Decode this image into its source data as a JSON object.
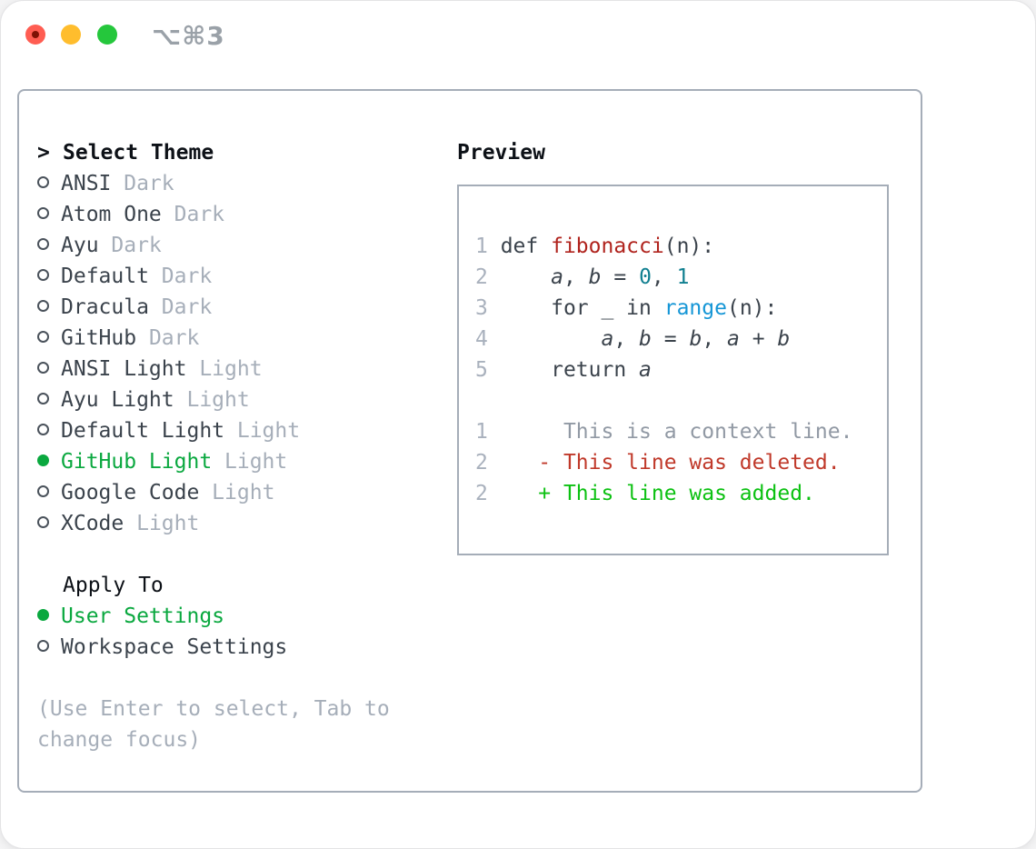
{
  "window": {
    "shortcut": "⌥⌘3",
    "traffic_lights": [
      "close",
      "minimize",
      "zoom"
    ]
  },
  "colors": {
    "tl_red": "#ff5d52",
    "tl_red_dot": "#7e1205",
    "tl_yellow": "#ffbd2d",
    "tl_green": "#25c73c",
    "shortcut": "#9aa1a8",
    "border": "#a5adb8",
    "title": "#0d1117",
    "text": "#3b434c",
    "muted": "#a6aeb9",
    "lineno": "#a9b1bd",
    "context": "#9199a4",
    "accent_green": "#0aa83f",
    "add_green": "#0cc112",
    "del_red": "#c0392a",
    "func_red": "#b0231d",
    "blue": "#1596d6",
    "teal": "#107f90"
  },
  "theme_picker": {
    "title_prefix": ">",
    "title": "Select Theme",
    "items": [
      {
        "name": "ANSI",
        "variant": "Dark",
        "selected": false
      },
      {
        "name": "Atom One",
        "variant": "Dark",
        "selected": false
      },
      {
        "name": "Ayu",
        "variant": "Dark",
        "selected": false
      },
      {
        "name": "Default",
        "variant": "Dark",
        "selected": false
      },
      {
        "name": "Dracula",
        "variant": "Dark",
        "selected": false
      },
      {
        "name": "GitHub",
        "variant": "Dark",
        "selected": false
      },
      {
        "name": "ANSI Light",
        "variant": "Light",
        "selected": false
      },
      {
        "name": "Ayu Light",
        "variant": "Light",
        "selected": false
      },
      {
        "name": "Default Light",
        "variant": "Light",
        "selected": false
      },
      {
        "name": "GitHub Light",
        "variant": "Light",
        "selected": true
      },
      {
        "name": "Google Code",
        "variant": "Light",
        "selected": false
      },
      {
        "name": "XCode",
        "variant": "Light",
        "selected": false
      }
    ]
  },
  "apply_to": {
    "title": "Apply To",
    "options": [
      {
        "label": "User Settings",
        "selected": true
      },
      {
        "label": "Workspace Settings",
        "selected": false
      }
    ]
  },
  "hint_lines": [
    "(Use Enter to select, Tab to",
    "change focus)"
  ],
  "preview": {
    "title": "Preview",
    "lines": [
      {
        "segments": [
          {
            "t": "1 ",
            "c": "num"
          },
          {
            "t": "def ",
            "c": "code"
          },
          {
            "t": "fibonacci",
            "c": "func"
          },
          {
            "t": "(n):",
            "c": "code"
          }
        ]
      },
      {
        "segments": [
          {
            "t": "2 ",
            "c": "num"
          },
          {
            "t": "    ",
            "c": "code"
          },
          {
            "t": "a",
            "c": "var"
          },
          {
            "t": ", ",
            "c": "code"
          },
          {
            "t": "b",
            "c": "var"
          },
          {
            "t": " = ",
            "c": "code"
          },
          {
            "t": "0",
            "c": "numlit"
          },
          {
            "t": ", ",
            "c": "code"
          },
          {
            "t": "1",
            "c": "numlit"
          }
        ]
      },
      {
        "segments": [
          {
            "t": "3 ",
            "c": "num"
          },
          {
            "t": "    for _ in ",
            "c": "code"
          },
          {
            "t": "range",
            "c": "blue"
          },
          {
            "t": "(n):",
            "c": "code"
          }
        ]
      },
      {
        "segments": [
          {
            "t": "4 ",
            "c": "num"
          },
          {
            "t": "        ",
            "c": "code"
          },
          {
            "t": "a",
            "c": "var"
          },
          {
            "t": ", ",
            "c": "code"
          },
          {
            "t": "b",
            "c": "var"
          },
          {
            "t": " = ",
            "c": "code"
          },
          {
            "t": "b",
            "c": "var"
          },
          {
            "t": ", ",
            "c": "code"
          },
          {
            "t": "a",
            "c": "var"
          },
          {
            "t": " + ",
            "c": "code"
          },
          {
            "t": "b",
            "c": "var"
          }
        ]
      },
      {
        "segments": [
          {
            "t": "5 ",
            "c": "num"
          },
          {
            "t": "    return ",
            "c": "code"
          },
          {
            "t": "a",
            "c": "var"
          }
        ]
      },
      {
        "segments": []
      },
      {
        "segments": [
          {
            "t": "1",
            "c": "num"
          },
          {
            "t": "      This is a context line.",
            "c": "context"
          }
        ]
      },
      {
        "segments": [
          {
            "t": "2",
            "c": "num"
          },
          {
            "t": "    ",
            "c": "code"
          },
          {
            "t": "- This line was deleted.",
            "c": "del"
          }
        ]
      },
      {
        "segments": [
          {
            "t": "2",
            "c": "num"
          },
          {
            "t": "    ",
            "c": "code"
          },
          {
            "t": "+ This line was added.",
            "c": "add"
          }
        ]
      }
    ]
  }
}
